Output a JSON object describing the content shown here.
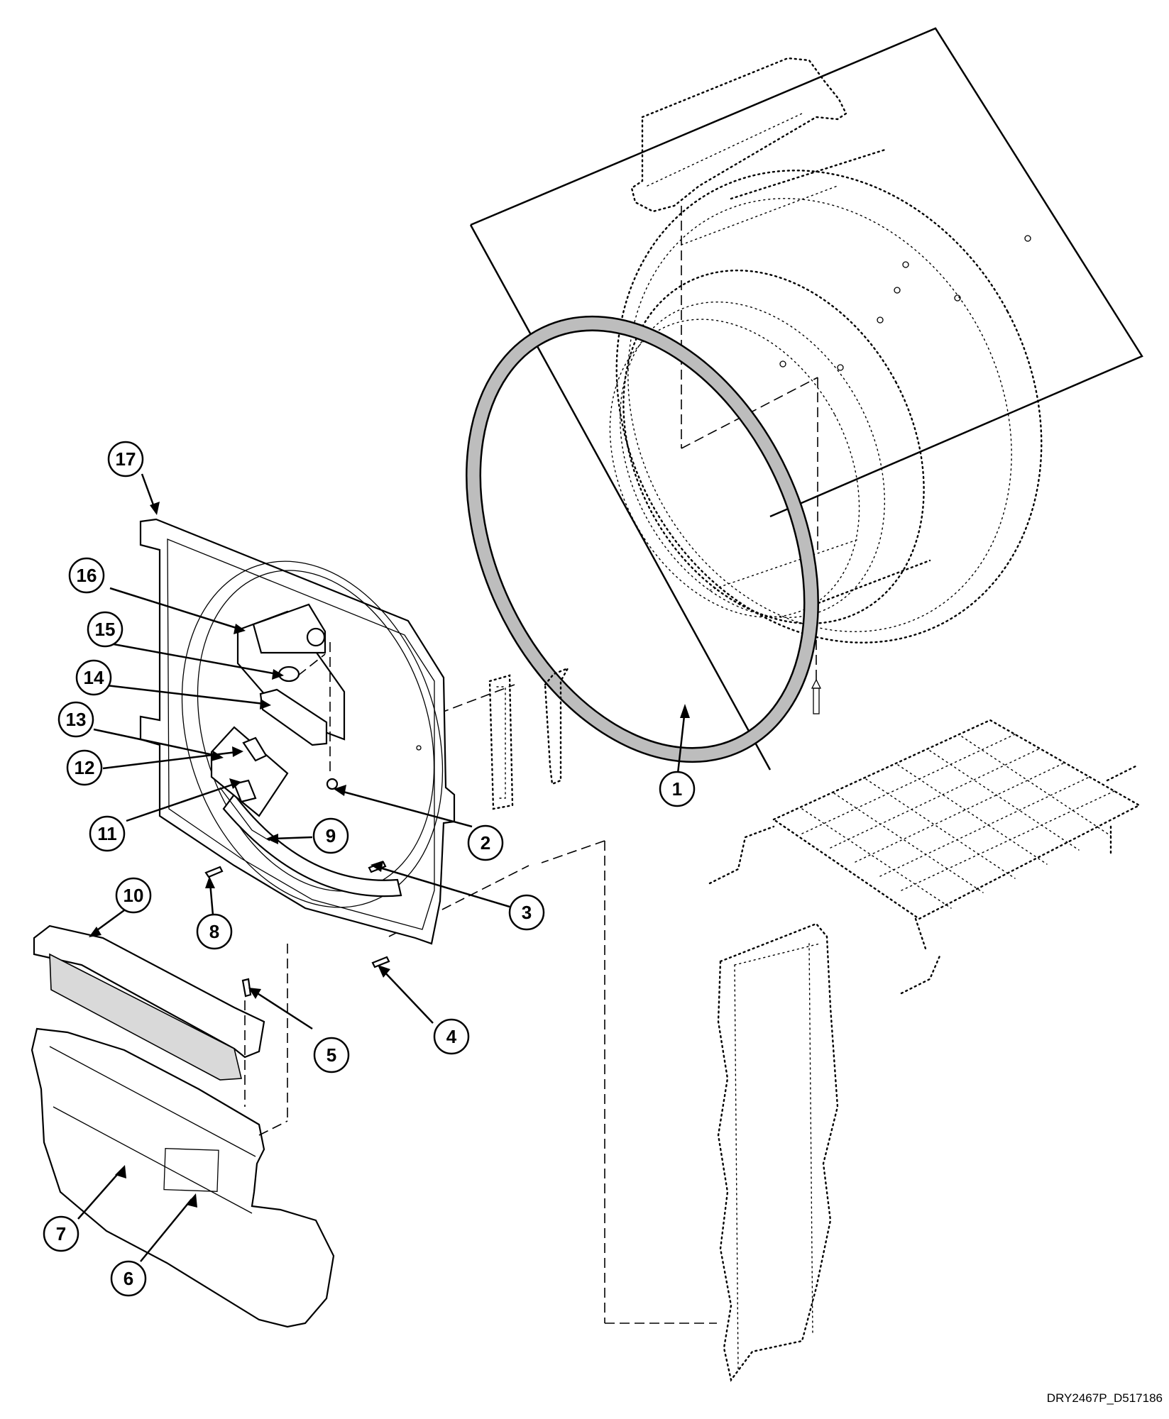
{
  "drawing_code": "DRY2467P_D517186",
  "callouts": [
    {
      "id": "c1",
      "label": "1"
    },
    {
      "id": "c2",
      "label": "2"
    },
    {
      "id": "c3",
      "label": "3"
    },
    {
      "id": "c4",
      "label": "4"
    },
    {
      "id": "c5",
      "label": "5"
    },
    {
      "id": "c6",
      "label": "6"
    },
    {
      "id": "c7",
      "label": "7"
    },
    {
      "id": "c8",
      "label": "8"
    },
    {
      "id": "c9",
      "label": "9"
    },
    {
      "id": "c10",
      "label": "10"
    },
    {
      "id": "c11",
      "label": "11"
    },
    {
      "id": "c12",
      "label": "12"
    },
    {
      "id": "c13",
      "label": "13"
    },
    {
      "id": "c14",
      "label": "14"
    },
    {
      "id": "c15",
      "label": "15"
    },
    {
      "id": "c16",
      "label": "16"
    },
    {
      "id": "c17",
      "label": "17"
    }
  ]
}
